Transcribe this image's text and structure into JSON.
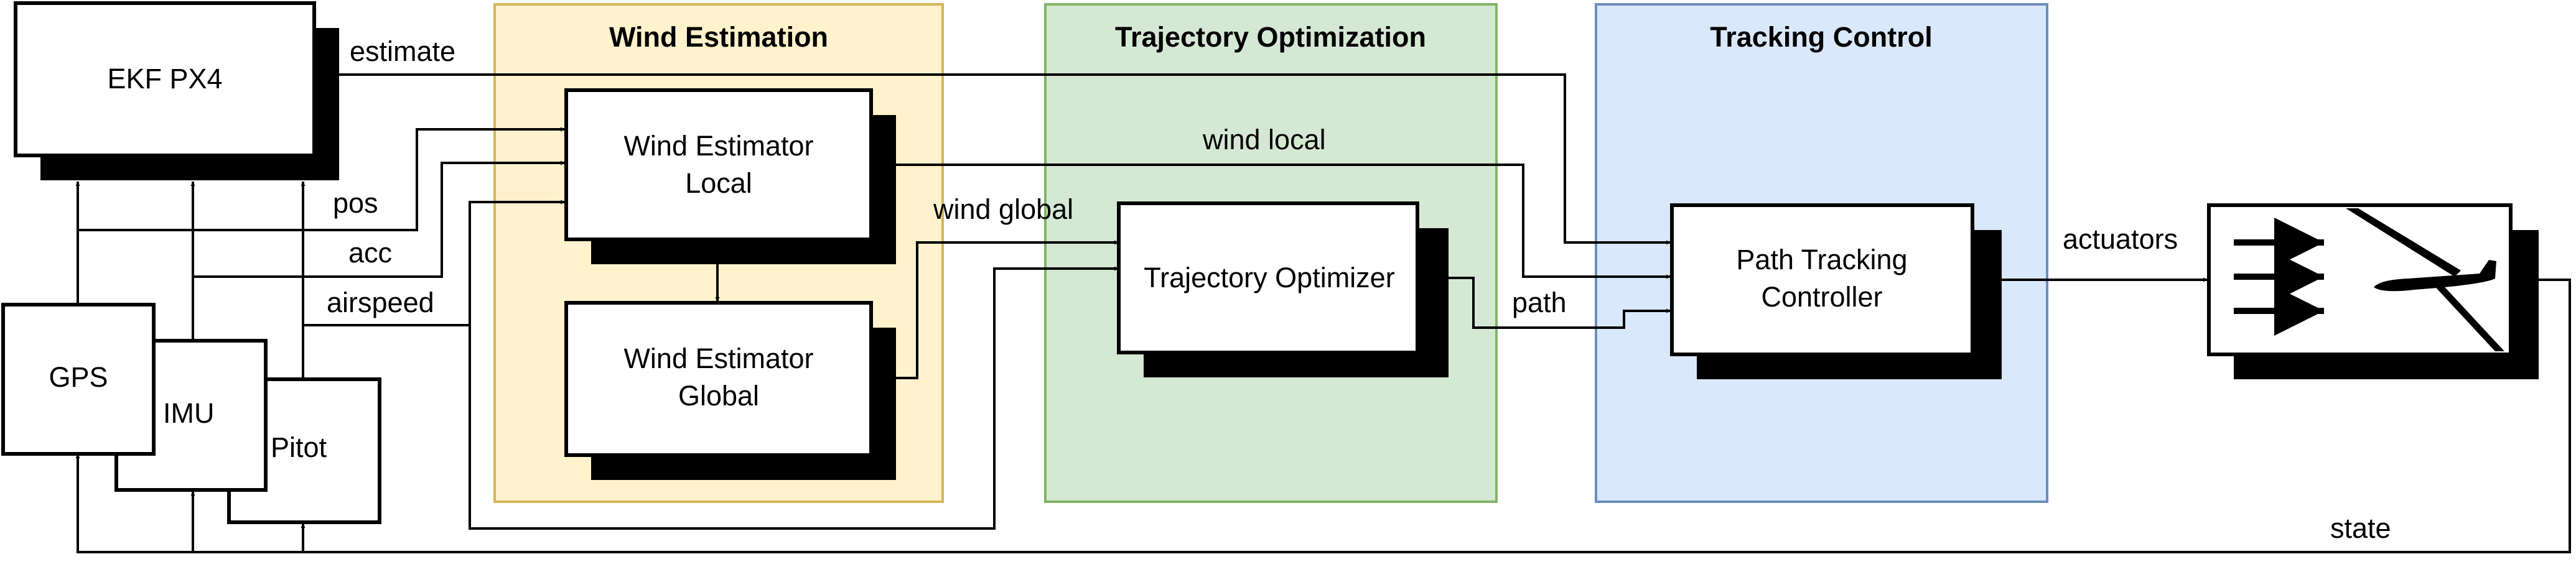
{
  "groups": {
    "wind_estimation": {
      "title": "Wind Estimation",
      "fill": "#fff2cc",
      "stroke": "#d6b656"
    },
    "trajectory_optimization": {
      "title": "Trajectory Optimization",
      "fill": "#d5e8d4",
      "stroke": "#82b366"
    },
    "tracking_control": {
      "title": "Tracking Control",
      "fill": "#dae8fc",
      "stroke": "#6c8ebf"
    }
  },
  "blocks": {
    "ekf": {
      "label": "EKF PX4"
    },
    "gps": {
      "label": "GPS"
    },
    "imu": {
      "label": "IMU"
    },
    "pitot": {
      "label": "Pitot"
    },
    "wind_local": {
      "line1": "Wind Estimator",
      "line2": "Local"
    },
    "wind_global": {
      "line1": "Wind Estimator",
      "line2": "Global"
    },
    "traj_opt": {
      "label": "Trajectory Optimizer"
    },
    "tracking": {
      "line1": "Path Tracking",
      "line2": "Controller"
    },
    "aircraft": {
      "icon": "glider-in-wind-icon"
    }
  },
  "signals": {
    "estimate": "estimate",
    "pos": "pos",
    "acc": "acc",
    "airspeed": "airspeed",
    "wind_local": "wind local",
    "wind_global": "wind global",
    "path": "path",
    "actuators": "actuators",
    "state": "state"
  }
}
